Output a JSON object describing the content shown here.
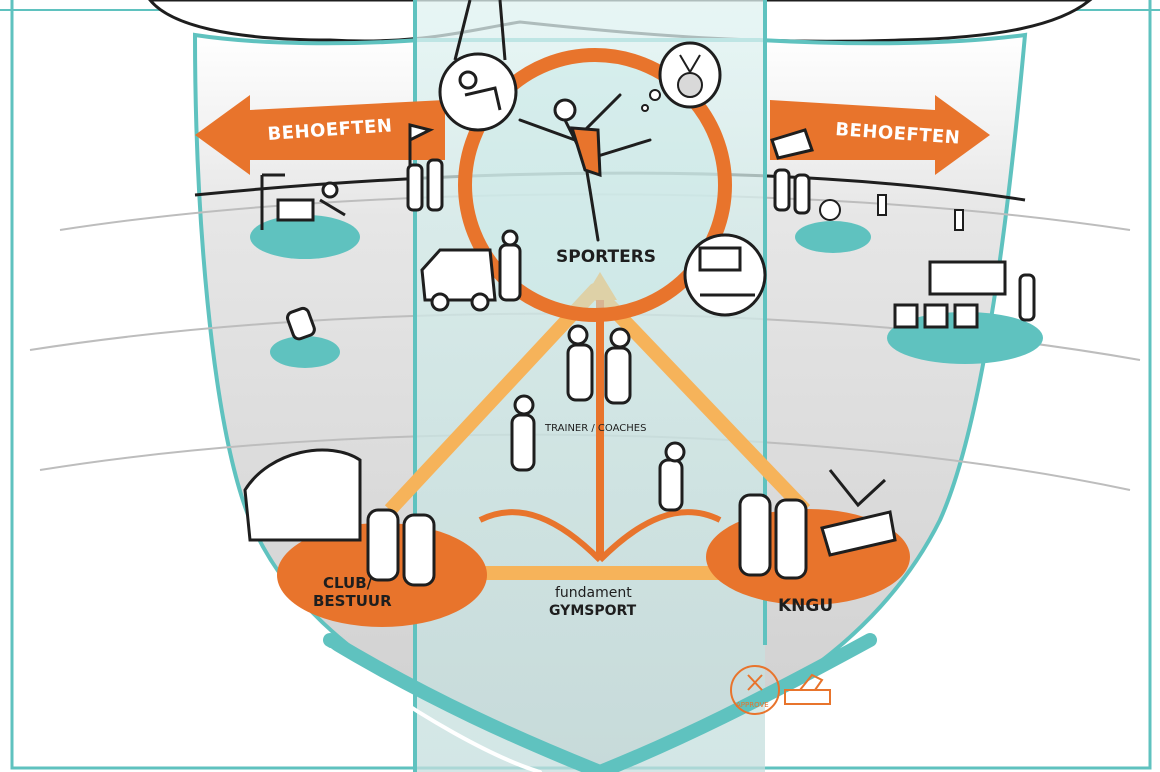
{
  "labels": {
    "needs_left": "BEHOEFTEN",
    "needs_right": "BEHOEFTEN",
    "center": "SPORTERS",
    "middle": "TRAINER / COACHES",
    "bottom_left_line1": "CLUB/",
    "bottom_left_line2": "BESTUUR",
    "bottom_right": "KNGU",
    "foundation_line1": "fundament",
    "foundation_line2": "GYMSPORT",
    "stamp": "APPROVE"
  },
  "colors": {
    "orange": "#e8742c",
    "light_orange": "#f6b35a",
    "teal": "#5fc2bf",
    "teal_light": "#cbe9e7",
    "gray": "#d9d9d9",
    "ink": "#1e1e1e"
  }
}
